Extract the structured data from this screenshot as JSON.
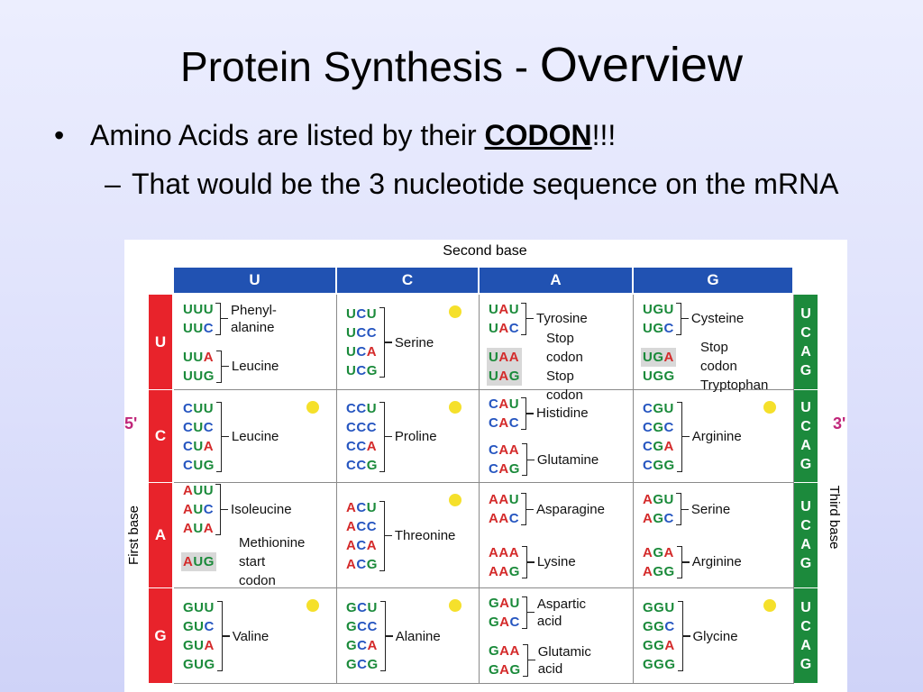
{
  "title": {
    "part1": "Protein Synthesis - ",
    "part2": "Overview"
  },
  "bullet1": {
    "dot": "•",
    "text": "Amino Acids are listed by their ",
    "codon": "CODON",
    "suffix": "!!!"
  },
  "bullet2": {
    "dash": "–",
    "text": "That would be the 3 nucleotide sequence on the mRNA"
  },
  "table": {
    "second_base_label": "Second base",
    "first_base_label": "First base",
    "third_base_label": "Third base",
    "prime5": "5'",
    "prime3": "3'",
    "col_headers": [
      "U",
      "C",
      "A",
      "G"
    ],
    "row_headers": [
      "U",
      "C",
      "A",
      "G"
    ],
    "third_letters": [
      "U",
      "C",
      "A",
      "G"
    ],
    "highlight_color": "#d8d8d8",
    "dot_color": "#f5e02b",
    "rows": [
      {
        "cells": [
          {
            "groups": [
              {
                "codons": [
                  "UUU",
                  "UUC"
                ],
                "aa": "Phenyl-\nalanine"
              },
              {
                "codons": [
                  "UUA",
                  "UUG"
                ],
                "aa": "Leucine"
              }
            ]
          },
          {
            "dot": true,
            "groups": [
              {
                "codons": [
                  "UCU",
                  "UCC",
                  "UCA",
                  "UCG"
                ],
                "aa": "Serine"
              }
            ]
          },
          {
            "groups": [
              {
                "codons": [
                  "UAU",
                  "UAC"
                ],
                "aa": "Tyrosine"
              },
              {
                "codons": [
                  "UAA",
                  "UAG"
                ],
                "aa": "",
                "highlight": [
                  0,
                  1
                ],
                "stops": [
                  "Stop codon",
                  "Stop codon"
                ]
              }
            ]
          },
          {
            "groups": [
              {
                "codons": [
                  "UGU",
                  "UGC"
                ],
                "aa": "Cysteine"
              },
              {
                "codons": [
                  "UGA",
                  "UGG"
                ],
                "aa": "",
                "highlight": [
                  0
                ],
                "stops": [
                  "Stop codon",
                  "Tryptophan"
                ]
              }
            ]
          }
        ]
      },
      {
        "cells": [
          {
            "dot": true,
            "groups": [
              {
                "codons": [
                  "CUU",
                  "CUC",
                  "CUA",
                  "CUG"
                ],
                "aa": "Leucine"
              }
            ]
          },
          {
            "dot": true,
            "groups": [
              {
                "codons": [
                  "CCU",
                  "CCC",
                  "CCA",
                  "CCG"
                ],
                "aa": "Proline"
              }
            ]
          },
          {
            "groups": [
              {
                "codons": [
                  "CAU",
                  "CAC"
                ],
                "aa": "Histidine"
              },
              {
                "codons": [
                  "CAA",
                  "CAG"
                ],
                "aa": "Glutamine"
              }
            ]
          },
          {
            "dot": true,
            "groups": [
              {
                "codons": [
                  "CGU",
                  "CGC",
                  "CGA",
                  "CGG"
                ],
                "aa": "Arginine"
              }
            ]
          }
        ]
      },
      {
        "cells": [
          {
            "groups": [
              {
                "codons": [
                  "AUU",
                  "AUC",
                  "AUA"
                ],
                "aa": "Isoleucine"
              },
              {
                "codons": [
                  "AUG"
                ],
                "aa": "",
                "highlight": [
                  0
                ],
                "stops": [
                  "Methionine",
                  "start codon"
                ]
              }
            ]
          },
          {
            "dot": true,
            "groups": [
              {
                "codons": [
                  "ACU",
                  "ACC",
                  "ACA",
                  "ACG"
                ],
                "aa": "Threonine"
              }
            ]
          },
          {
            "groups": [
              {
                "codons": [
                  "AAU",
                  "AAC"
                ],
                "aa": "Asparagine"
              },
              {
                "codons": [
                  "AAA",
                  "AAG"
                ],
                "aa": "Lysine"
              }
            ]
          },
          {
            "groups": [
              {
                "codons": [
                  "AGU",
                  "AGC"
                ],
                "aa": "Serine"
              },
              {
                "codons": [
                  "AGA",
                  "AGG"
                ],
                "aa": "Arginine"
              }
            ]
          }
        ]
      },
      {
        "cells": [
          {
            "dot": true,
            "groups": [
              {
                "codons": [
                  "GUU",
                  "GUC",
                  "GUA",
                  "GUG"
                ],
                "aa": "Valine"
              }
            ]
          },
          {
            "dot": true,
            "groups": [
              {
                "codons": [
                  "GCU",
                  "GCC",
                  "GCA",
                  "GCG"
                ],
                "aa": "Alanine"
              }
            ]
          },
          {
            "groups": [
              {
                "codons": [
                  "GAU",
                  "GAC"
                ],
                "aa": "Aspartic\nacid"
              },
              {
                "codons": [
                  "GAA",
                  "GAG"
                ],
                "aa": "Glutamic\nacid"
              }
            ]
          },
          {
            "dot": true,
            "groups": [
              {
                "codons": [
                  "GGU",
                  "GGC",
                  "GGA",
                  "GGG"
                ],
                "aa": "Glycine"
              }
            ]
          }
        ]
      }
    ]
  }
}
